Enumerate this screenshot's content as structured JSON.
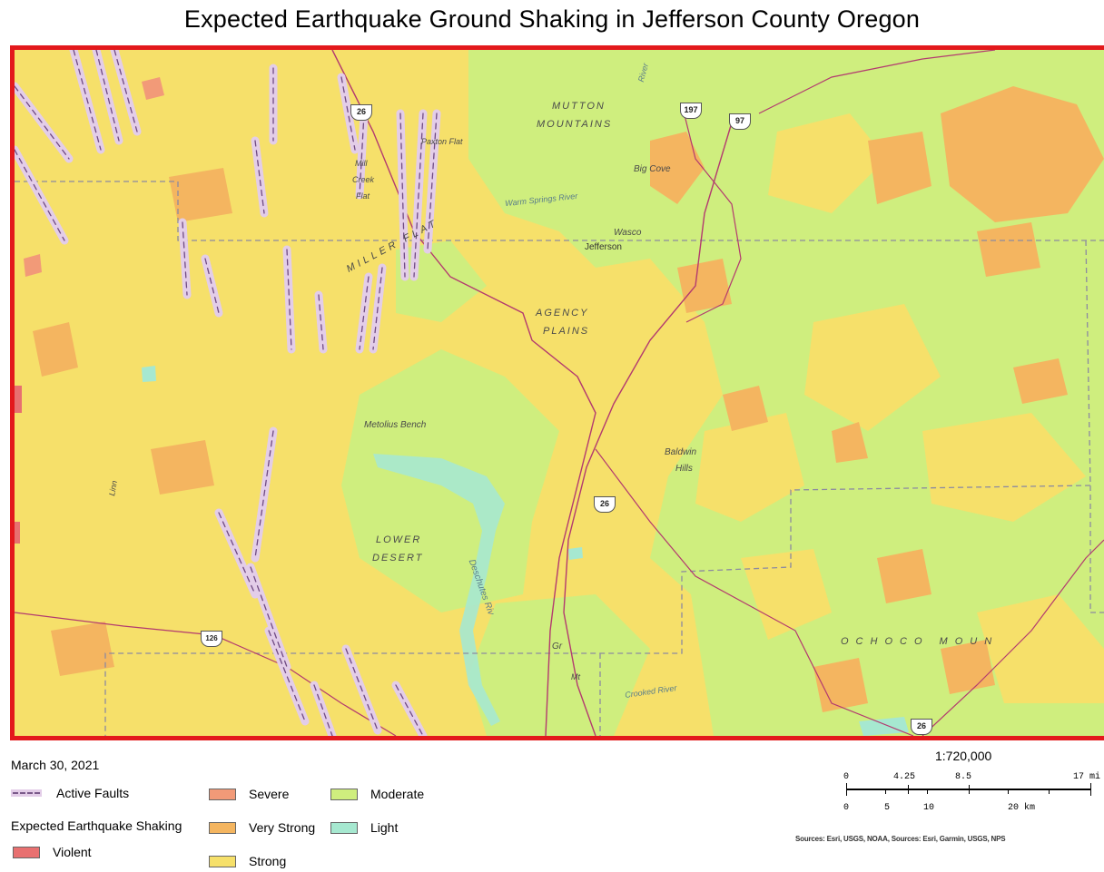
{
  "title": "Expected Earthquake Ground Shaking in Jefferson County Oregon",
  "colors": {
    "violent": "#e87070",
    "severe": "#f29a78",
    "very_strong": "#f4b560",
    "strong": "#f6e06a",
    "moderate": "#cfee7e",
    "light": "#a6e8d0",
    "fault_fill": "#e3cde8",
    "fault_line": "#7a5a8a",
    "frame": "#e3191c"
  },
  "map_labels": {
    "mutton": "MUTTON",
    "mountains": "MOUNTAINS",
    "paxton_flat": "Paxton Flat",
    "mill": "Mill",
    "creek": "Creek",
    "flat": "Flat",
    "big_cove": "Big Cove",
    "warm_springs_river": "Warm Springs River",
    "miller_flat": "MILLER FLAT",
    "wasco": "Wasco",
    "jefferson": "Jefferson",
    "agency": "AGENCY",
    "plains": "PLAINS",
    "metolius_bench": "Metolius Bench",
    "baldwin": "Baldwin",
    "hills": "Hills",
    "lower": "LOWER",
    "desert": "DESERT",
    "deschutes_river": "Deschutes Riv",
    "crooked_river": "Crooked River",
    "ochoco_mountains": "OCHOCO MOUN",
    "linn": "Linn",
    "lake_billy": "Gr",
    "mt": "Mt",
    "river_top": "River"
  },
  "shields": {
    "us26_north": "26",
    "us197": "197",
    "us97": "97",
    "us26_mid": "26",
    "or126": "126",
    "us26_se": "26"
  },
  "date": "March 30, 2021",
  "legend": {
    "faults": "Active Faults",
    "heading": "Expected Earthquake Shaking",
    "violent": "Violent",
    "severe": "Severe",
    "very_strong": "Very Strong",
    "strong": "Strong",
    "moderate": "Moderate",
    "light": "Light"
  },
  "scale": {
    "ratio": "1:720,000",
    "mi_labels": [
      "0",
      "4.25",
      "8.5",
      "17 mi"
    ],
    "km_labels": [
      "0",
      "5",
      "10",
      "20 km"
    ]
  },
  "attribution": "Sources: Esri, USGS, NOAA, Sources: Esri, Garmin, USGS, NPS"
}
